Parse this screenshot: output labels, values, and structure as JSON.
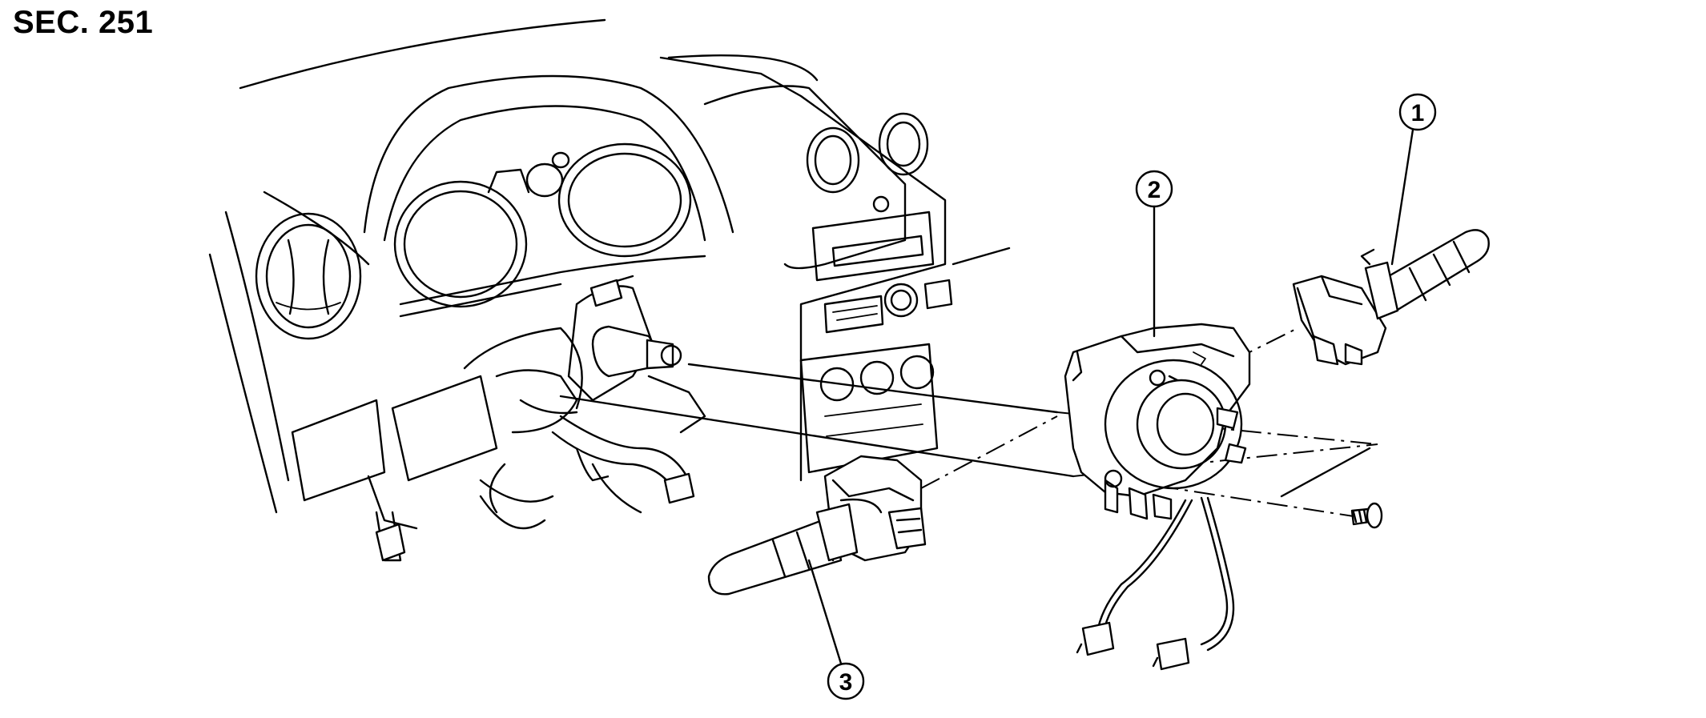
{
  "section_label": "SEC. 251",
  "callouts": [
    {
      "id": "1",
      "label": "1"
    },
    {
      "id": "2",
      "label": "2"
    },
    {
      "id": "3",
      "label": "3"
    }
  ],
  "colors": {
    "ink": "#000000",
    "paper": "#ffffff"
  }
}
